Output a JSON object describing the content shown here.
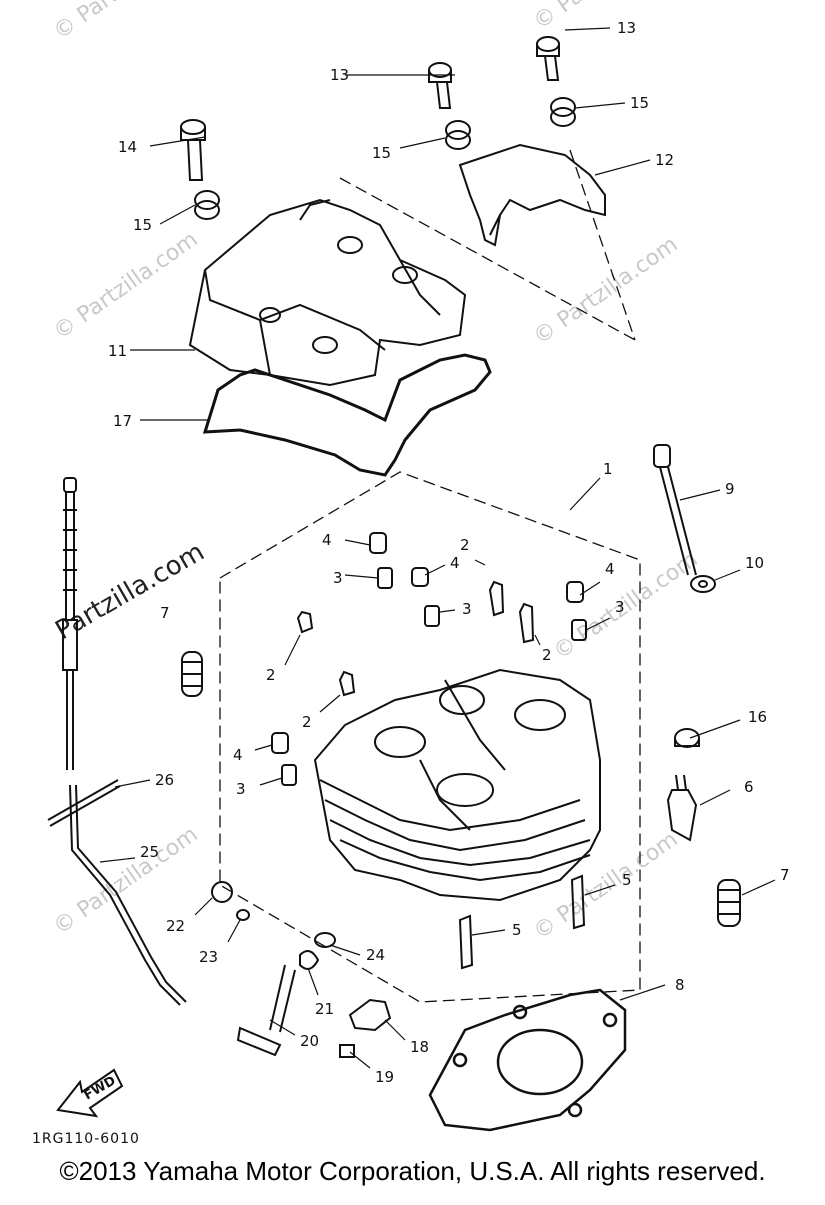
{
  "callouts": {
    "c1": "1",
    "c2a": "2",
    "c2b": "2",
    "c2c": "2",
    "c2d": "2",
    "c3a": "3",
    "c3b": "3",
    "c3c": "3",
    "c3d": "3",
    "c4a": "4",
    "c4b": "4",
    "c4c": "4",
    "c4d": "4",
    "c5a": "5",
    "c5b": "5",
    "c6": "6",
    "c7a": "7",
    "c7b": "7",
    "c8": "8",
    "c9": "9",
    "c10": "10",
    "c11": "11",
    "c12": "12",
    "c13a": "13",
    "c13b": "13",
    "c14": "14",
    "c15a": "15",
    "c15b": "15",
    "c15c": "15",
    "c16": "16",
    "c17": "17",
    "c18": "18",
    "c19": "19",
    "c20": "20",
    "c21": "21",
    "c22": "22",
    "c23": "23",
    "c24": "24",
    "c25": "25",
    "c26": "26"
  },
  "watermark": "© Partzilla.com",
  "watermark_large": "Partzilla.com",
  "fwd_label": "FWD",
  "diagram_code": "1RG110-6010",
  "copyright": "©2013  Yamaha Motor Corporation, U.S.A. All rights reserved."
}
